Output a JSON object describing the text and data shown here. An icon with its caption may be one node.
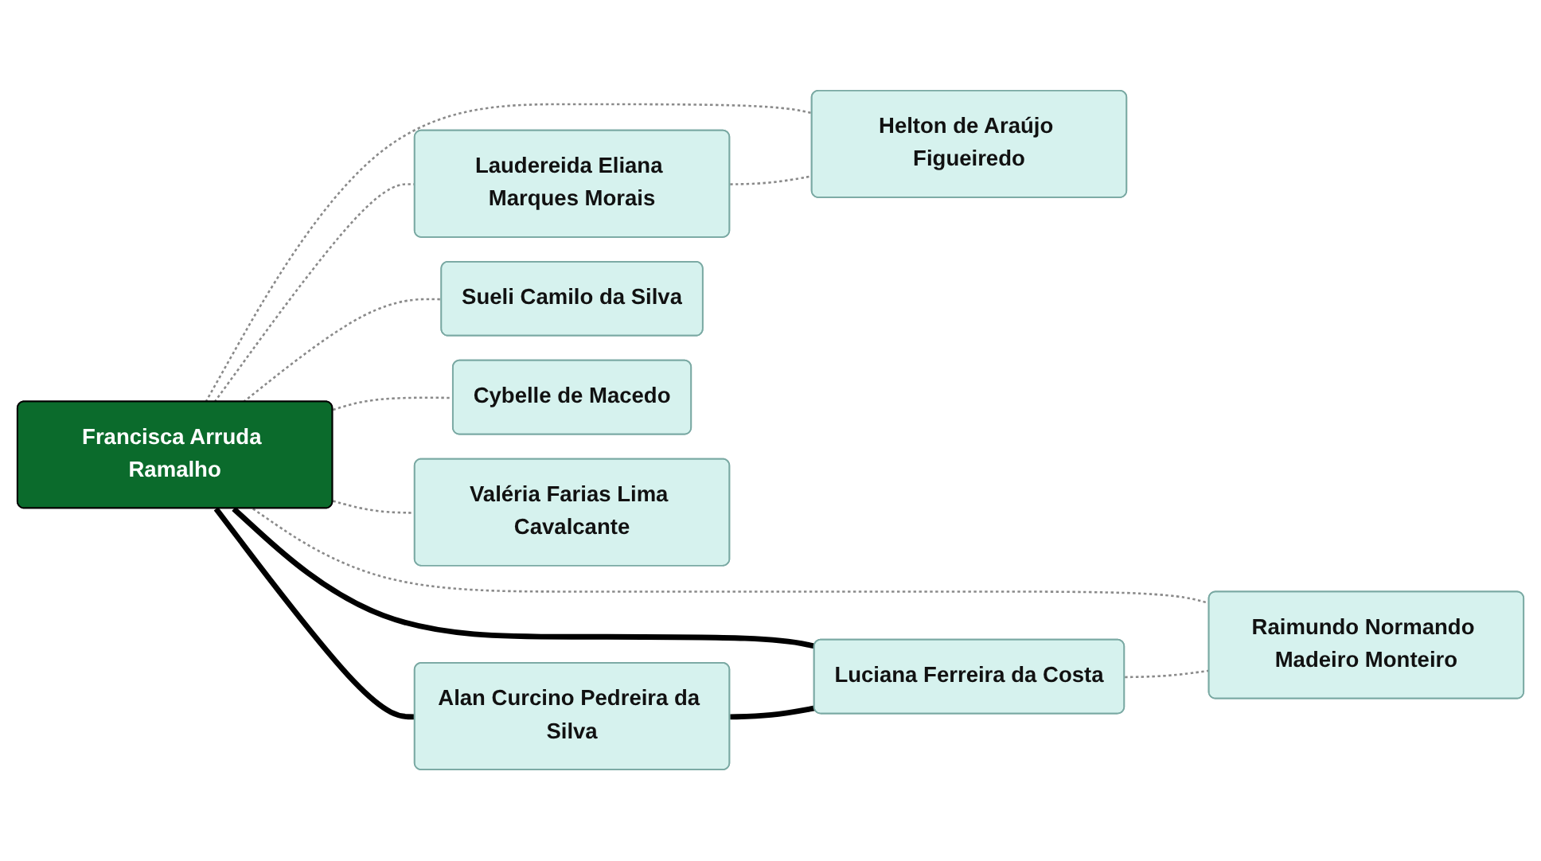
{
  "diagram": {
    "nodes": [
      {
        "text": [
          "Helton de Araújo Figueiredo"
        ]
      },
      {
        "text": [
          "Laudereida Eliana Marques Morais"
        ]
      },
      {
        "text": [
          "Alan Curcino Pedreira da Silva"
        ]
      },
      {
        "text": [
          "Sueli Camilo da Silva"
        ]
      },
      {
        "text": [
          "Francisca Arruda Ramalho"
        ]
      },
      {
        "text": [
          "Luciana Ferreira da Costa"
        ]
      },
      {
        "text": [
          "Cybelle de Macedo"
        ]
      },
      {
        "text": [
          "Raimundo Normando Madeiro Monteiro"
        ]
      },
      {
        "text": [
          "Valéria Farias Lima Cavalcante"
        ]
      }
    ],
    "edges": [
      {
        "from": 4,
        "to": 0,
        "arrow": "none",
        "style": "dashed"
      },
      {
        "from": 4,
        "to": 1,
        "arrow": "none",
        "style": "dashed"
      },
      {
        "from": 1,
        "to": 0,
        "arrow": "none",
        "style": "dashed"
      },
      {
        "from": 4,
        "to": 2,
        "arrow": "none",
        "style": "thick",
        "color": "#000000"
      },
      {
        "from": 4,
        "to": 5,
        "arrow": "none",
        "style": "thick",
        "color": "#000000"
      },
      {
        "from": 2,
        "to": 5,
        "arrow": "none",
        "style": "thick",
        "color": "#000000"
      },
      {
        "from": 4,
        "to": 3,
        "arrow": "none",
        "style": "dashed"
      },
      {
        "from": 4,
        "to": 6,
        "arrow": "none",
        "style": "dashed"
      },
      {
        "from": 4,
        "to": 8,
        "arrow": "none",
        "style": "dashed"
      },
      {
        "from": 4,
        "to": 7,
        "arrow": "none",
        "style": "dashed"
      },
      {
        "from": 5,
        "to": 7,
        "arrow": "none",
        "style": "dashed"
      }
    ]
  }
}
